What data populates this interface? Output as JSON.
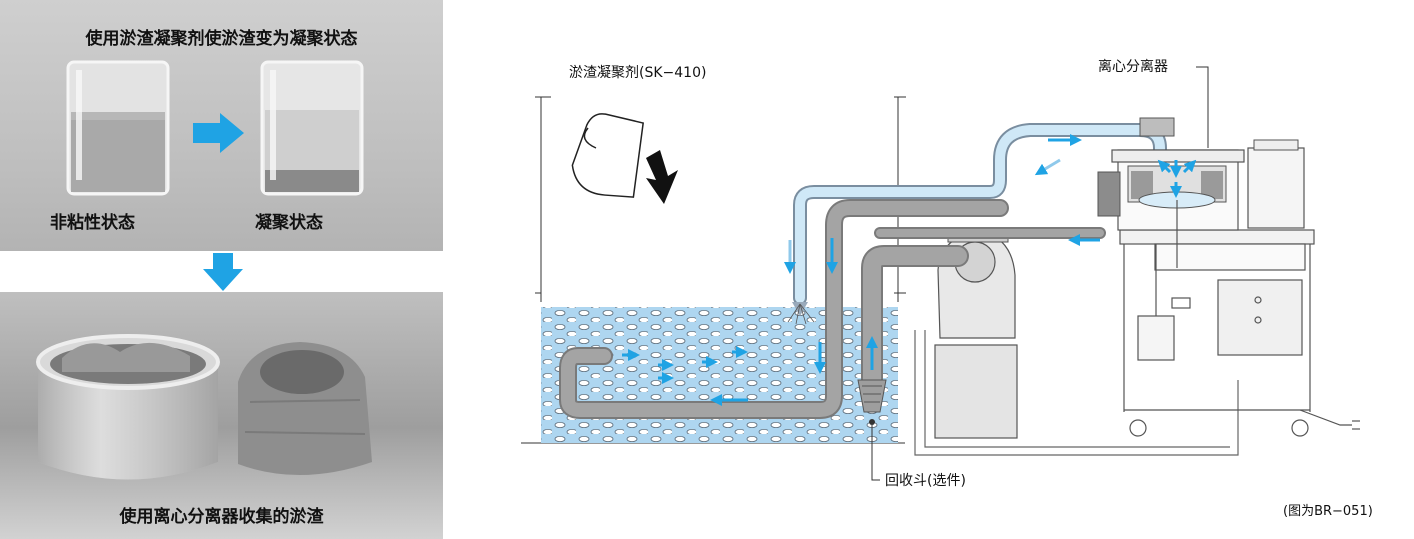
{
  "photo_panel": {
    "title": "使用淤渣凝聚剂使淤渣变为凝聚状态",
    "left_label": "非粘性状态",
    "right_label": "凝聚状态",
    "bottom_caption": "使用离心分离器收集的淤渣"
  },
  "diagram": {
    "agent_label": "淤渣凝聚剂(SK−410)",
    "separator_label": "离心分离器",
    "hopper_label": "回收斗(选件)",
    "figure_note": "(图为BR−051)"
  },
  "colors": {
    "accent_arrow": "#1fa3e4",
    "light_pipe": "#cfe8f7",
    "gray_pipe": "#9a9a9a",
    "tank_water": "#aed6f0"
  }
}
